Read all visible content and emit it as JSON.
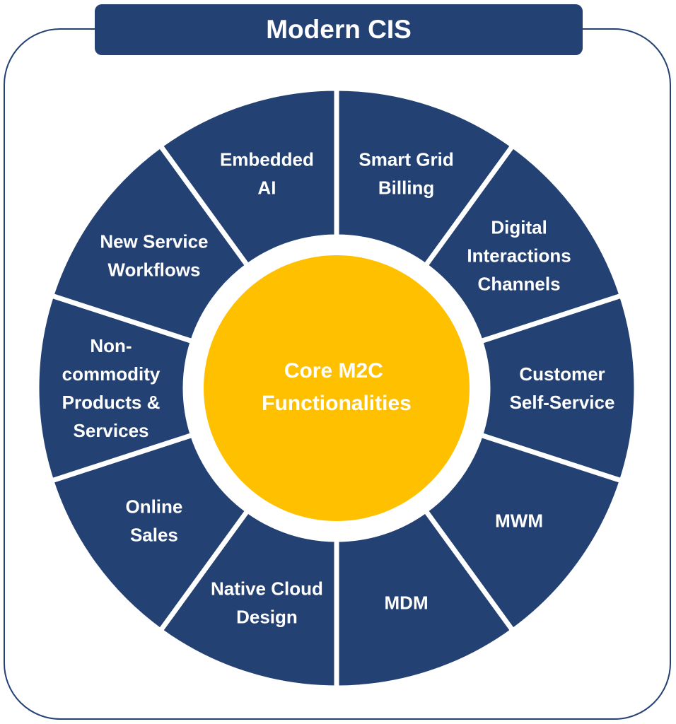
{
  "title": "Modern CIS",
  "core": {
    "lines": [
      "Core M2C",
      "Functionalities"
    ],
    "color": "#FFC000"
  },
  "colors": {
    "segment": "#244174",
    "divider": "#FFFFFF",
    "text": "#FFFFFF"
  },
  "segments": [
    {
      "name": "smart-grid-billing",
      "lines": [
        "Smart Grid",
        "Billing"
      ]
    },
    {
      "name": "digital-interactions-channels",
      "lines": [
        "Digital",
        "Interactions",
        "Channels"
      ]
    },
    {
      "name": "customer-self-service",
      "lines": [
        "Customer",
        "Self-Service"
      ]
    },
    {
      "name": "mwm",
      "lines": [
        "MWM"
      ]
    },
    {
      "name": "mdm",
      "lines": [
        "MDM"
      ]
    },
    {
      "name": "native-cloud-design",
      "lines": [
        "Native Cloud",
        "Design"
      ]
    },
    {
      "name": "online-sales",
      "lines": [
        "Online",
        "Sales"
      ]
    },
    {
      "name": "non-commodity-products-services",
      "lines": [
        "Non-",
        "commodity",
        "Products &",
        "Services"
      ]
    },
    {
      "name": "new-service-workflows",
      "lines": [
        "New Service",
        "Workflows"
      ]
    },
    {
      "name": "embedded-ai",
      "lines": [
        "Embedded",
        "AI"
      ]
    }
  ]
}
